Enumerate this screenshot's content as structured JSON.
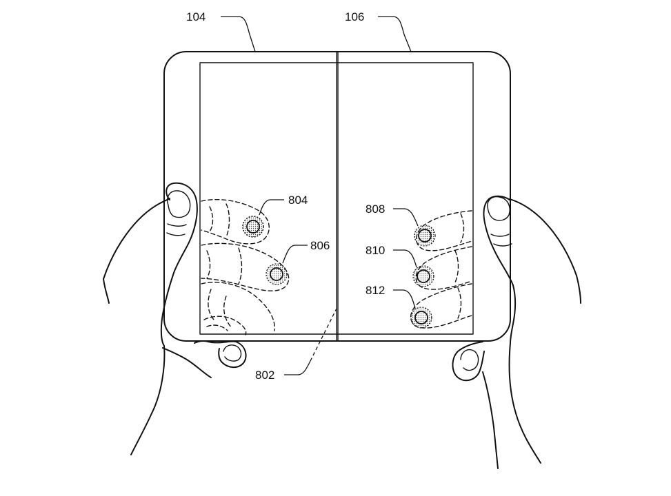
{
  "labels": {
    "device_left": "104",
    "device_right": "106",
    "hinge": "802",
    "touch_1": "804",
    "touch_2": "806",
    "touch_3": "808",
    "touch_4": "810",
    "touch_5": "812"
  }
}
